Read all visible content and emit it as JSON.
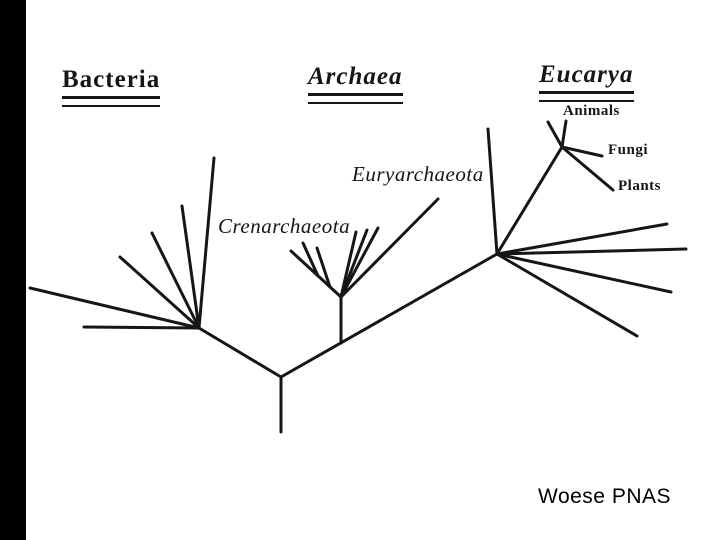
{
  "slide": {
    "title_labels": {
      "bacteria": "Bacteria",
      "archaea": "Archaea",
      "eucarya": "Eucarya"
    },
    "clade_labels": {
      "euryarchaeota": "Euryarchaeota",
      "crenarchaeota": "Crenarchaeota"
    },
    "tip_labels": {
      "animals": "Animals",
      "fungi": "Fungi",
      "plants": "Plants"
    },
    "credit": "Woese PNAS"
  },
  "tree_topology": {
    "type": "unrooted phylogenetic tree",
    "root_split": [
      "Bacteria",
      "Archaea + Eucarya"
    ],
    "archaea_clades": [
      "Crenarchaeota",
      "Euryarchaeota"
    ],
    "eucarya_tips": [
      "Animals",
      "Fungi",
      "Plants"
    ]
  },
  "colors": {
    "ink": "#161616",
    "background": "#ffffff",
    "side_bar": "#000000"
  }
}
